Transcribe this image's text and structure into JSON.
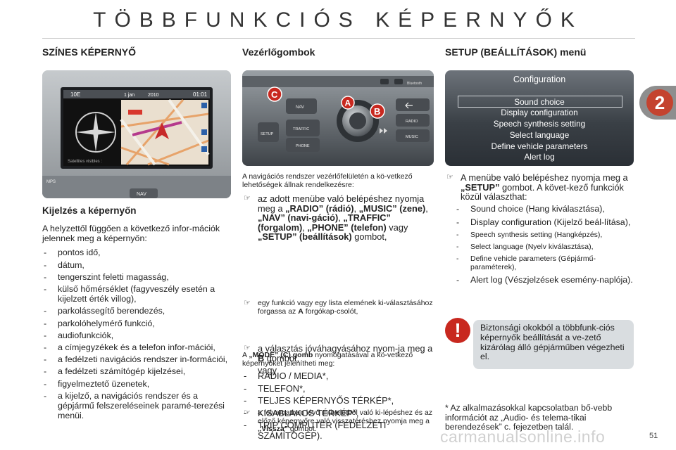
{
  "header": {
    "title": "TÖBBFUNKCIÓS KÉPERNYŐK"
  },
  "chapter": {
    "number": "2"
  },
  "col1": {
    "heading": "SZÍNES KÉPERNYŐ",
    "screen": {
      "label_10e": "10E",
      "label_jan": "1 jan",
      "label_year": "2010",
      "label_time": "01:01",
      "bottom_text": "Satellites visibles :",
      "label_nav": "NAV",
      "label_mps": "MPS"
    },
    "subheading": "Kijelzés a képernyőn",
    "intro": "A helyzettől függően a következő infor-mációk jelennek meg a képernyőn:",
    "items": [
      "pontos idő,",
      "dátum,",
      "tengerszint feletti magasság,",
      "külső hőmérséklet (fagyveszély esetén a kijelzett érték villog),",
      "parkolássegítő berendezés,",
      "parkolóhelymérő funkció,",
      "audiofunkciók,",
      "a címjegyzékek és a telefon infor-mációi,",
      "a fedélzeti navigációs rendszer in-formációi,",
      "a fedélzeti számítógép kijelzései,",
      "figyelmeztető üzenetek,",
      "a kijelző, a navigációs rendszer és a gépjármű felszereléseinek paramé-terezési menüi."
    ]
  },
  "col2": {
    "heading": "Vezérlőgombok",
    "panel": {
      "btn_nav": "NAV",
      "btn_setup": "SETUP",
      "btn_traffic": "TRAFFIC",
      "btn_phone": "PHONE",
      "btn_radio": "RADIO",
      "btn_music": "MUSIC",
      "label_bluetooth": "Bluetooth",
      "callout_a": "A",
      "callout_b": "B",
      "callout_c": "C"
    },
    "intro": "A navigációs rendszer vezérlőfelületén a kö-vetkező lehetőségek állnak rendelkezésre:",
    "p1_a": "az adott menübe való belépéshez nyomja meg a ",
    "p1_radio": "„RADIO” (rádió)",
    "p1_sep1": ", ",
    "p1_music": "„MUSIC” (zene)",
    "p1_sep2": ", ",
    "p1_nav": "„NAV” (navi-gáció)",
    "p1_sep3": ", ",
    "p1_traffic": "„TRAFFIC” (forgalom)",
    "p1_sep4": ", ",
    "p1_phone": "„PHONE” (telefon)",
    "p1_or": " vagy ",
    "p1_setup": "„SETUP” (beállítások)",
    "p1_end": " gombot,",
    "p2_a": "egy funkció vagy egy lista elemének ki-választásához forgassa az ",
    "p2_key": "A",
    "p2_end": " forgókap-csolót,",
    "p3_a": "a választás jóváhagyásához nyom-ja meg a ",
    "p3_key": "B",
    "p3_end": " gombot,",
    "p3_or": "vagy",
    "p4_a": "a folyamatban lévő műveletből való ki-lépéshez és az előző képernyőre való visszatéréshez nyomja meg a ",
    "p4_key": "„Vissza”",
    "p4_end": " gombot.",
    "mode_a": "A ",
    "mode_key": "„MODE” (C) gomb",
    "mode_end": " nyomogatásával a kö-vetkező képernyőket jelenítheti meg:",
    "modes": [
      "RADIO / MEDIA*,",
      "TELEFON*,",
      "TELJES KÉPERNYŐS TÉRKÉP*,",
      "KISABLAKOS TÉRKÉP*,",
      "TRIP COMPUTER (FEDÉLZETI SZÁMÍTÓGÉP)."
    ]
  },
  "col3": {
    "heading": "SETUP (BEÁLLÍTÁSOK) menü",
    "screen": {
      "title": "Configuration",
      "items": [
        "Sound choice",
        "Display configuration",
        "Speech synthesis setting",
        "Select language",
        "Define vehicle parameters",
        "Alert log"
      ]
    },
    "intro_a": "A menübe való belépéshez nyomja meg a ",
    "intro_key": "„SETUP”",
    "intro_end": " gombot. A követ-kező funkciók közül választhat:",
    "items": [
      "Sound choice (Hang kiválasztása),",
      "Display configuration (Kijelző beál-lítása),",
      "Speech synthesis setting (Hangképzés),",
      "Select language (Nyelv kiválasztása),",
      "Define vehicle parameters (Gépjármű-paraméterek),",
      "Alert log (Vészjelzések esemény-naplója)."
    ],
    "warning": "Biztonsági okokból a többfunk-ciós képernyők beállítását a ve-zető kizárólag álló gépjárműben végezheti el.",
    "warning_icon": "!",
    "footnote": "* Az alkalmazásokkal kapcsolatban bő-vebb információt az „Audio- és telema-tikai berendezések” c. fejezetben talál."
  },
  "page_number": "51",
  "watermark": "carmanualsonline.info"
}
